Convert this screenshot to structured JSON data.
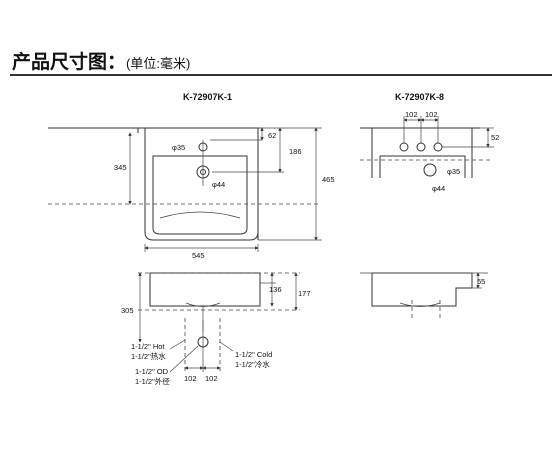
{
  "header": {
    "title": "产品尺寸图：",
    "unit_note": "(单位:毫米)"
  },
  "models": {
    "left": "K-72907K-1",
    "right": "K-72907K-8"
  },
  "dimensions": {
    "d62": "62",
    "d186": "186",
    "d465": "465",
    "d345": "345",
    "d545": "545",
    "phi35_left": "φ35",
    "phi44_left": "φ44",
    "d102_a": "102",
    "d102_b": "102",
    "d52": "52",
    "phi35_right": "φ35",
    "phi44_right": "φ44",
    "d136": "136",
    "d177": "177",
    "d305": "305",
    "d55": "55",
    "d102_c": "102",
    "d102_d": "102"
  },
  "notes": {
    "hot_en": "1-1/2\" Hot",
    "hot_cn": "1-1/2\"热水",
    "cold_en": "1-1/2\" Cold",
    "cold_cn": "1-1/2\"冷水",
    "od_en": "1-1/2\" OD",
    "od_cn": "1-1/2\"外径"
  }
}
